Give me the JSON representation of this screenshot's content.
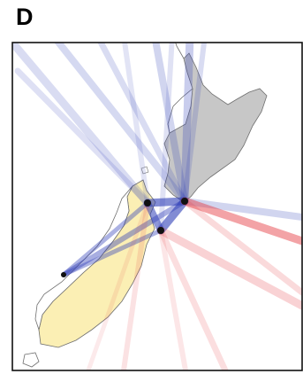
{
  "figure": {
    "panel_label": "D"
  },
  "colors": {
    "north_island": "#c7c7c7",
    "south_island": "#fbefb4",
    "south_island_west": "#ffffff",
    "coastline": "#6f6f6f",
    "blue_connection": "#2f3fb8",
    "red_connection": "#e4323a",
    "node": "#111111",
    "frame": "#111111"
  },
  "nodes": [
    {
      "id": "n1"
    },
    {
      "id": "n2"
    },
    {
      "id": "n3"
    },
    {
      "id": "n4"
    }
  ]
}
